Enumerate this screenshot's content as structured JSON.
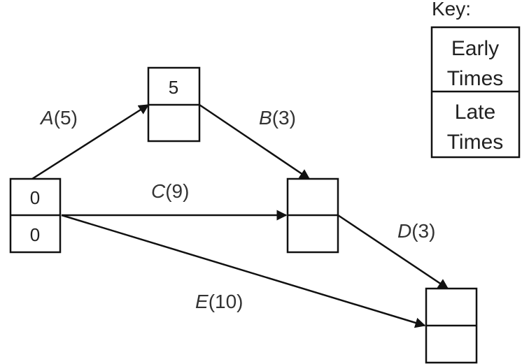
{
  "key": {
    "title": "Key:",
    "early_line1": "Early",
    "early_line2": "Times",
    "late_line1": "Late",
    "late_line2": "Times"
  },
  "nodes": {
    "start": {
      "early": "0",
      "late": "0"
    },
    "after_a": {
      "early": "5",
      "late": ""
    },
    "after_bc": {
      "early": "",
      "late": ""
    },
    "end": {
      "early": "",
      "late": ""
    }
  },
  "edges": {
    "a": {
      "letter": "A",
      "duration": "(5)"
    },
    "b": {
      "letter": "B",
      "duration": "(3)"
    },
    "c": {
      "letter": "C",
      "duration": "(9)"
    },
    "d": {
      "letter": "D",
      "duration": "(3)"
    },
    "e": {
      "letter": "E",
      "duration": "(10)"
    }
  },
  "colors": {
    "line": "#111111",
    "text": "#222222",
    "background": "#ffffff"
  }
}
